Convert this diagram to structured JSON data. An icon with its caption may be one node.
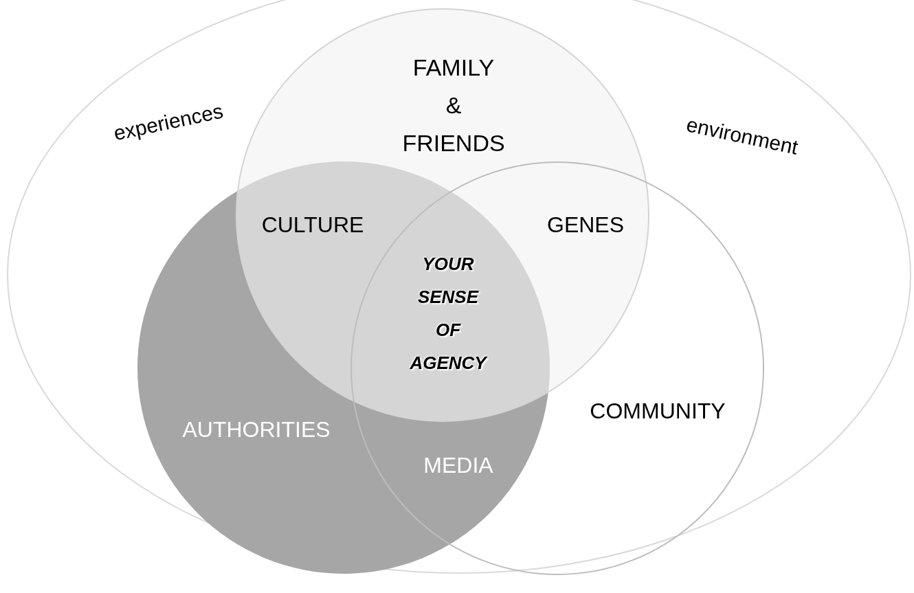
{
  "diagram": {
    "nodes": [
      {
        "text": [
          "experiences",
          "environment"
        ]
      },
      {
        "text": [
          "FAMILY & FRIENDS"
        ],
        "in": 0
      },
      {
        "text": [
          "AUTHORITIES"
        ],
        "in": 0
      },
      {
        "text": [
          "COMMUNITY"
        ],
        "in": 0
      }
    ],
    "labels": [
      "CULTURE",
      "GENES",
      "YOUR SENSE OF AGENCY",
      "MEDIA"
    ]
  }
}
